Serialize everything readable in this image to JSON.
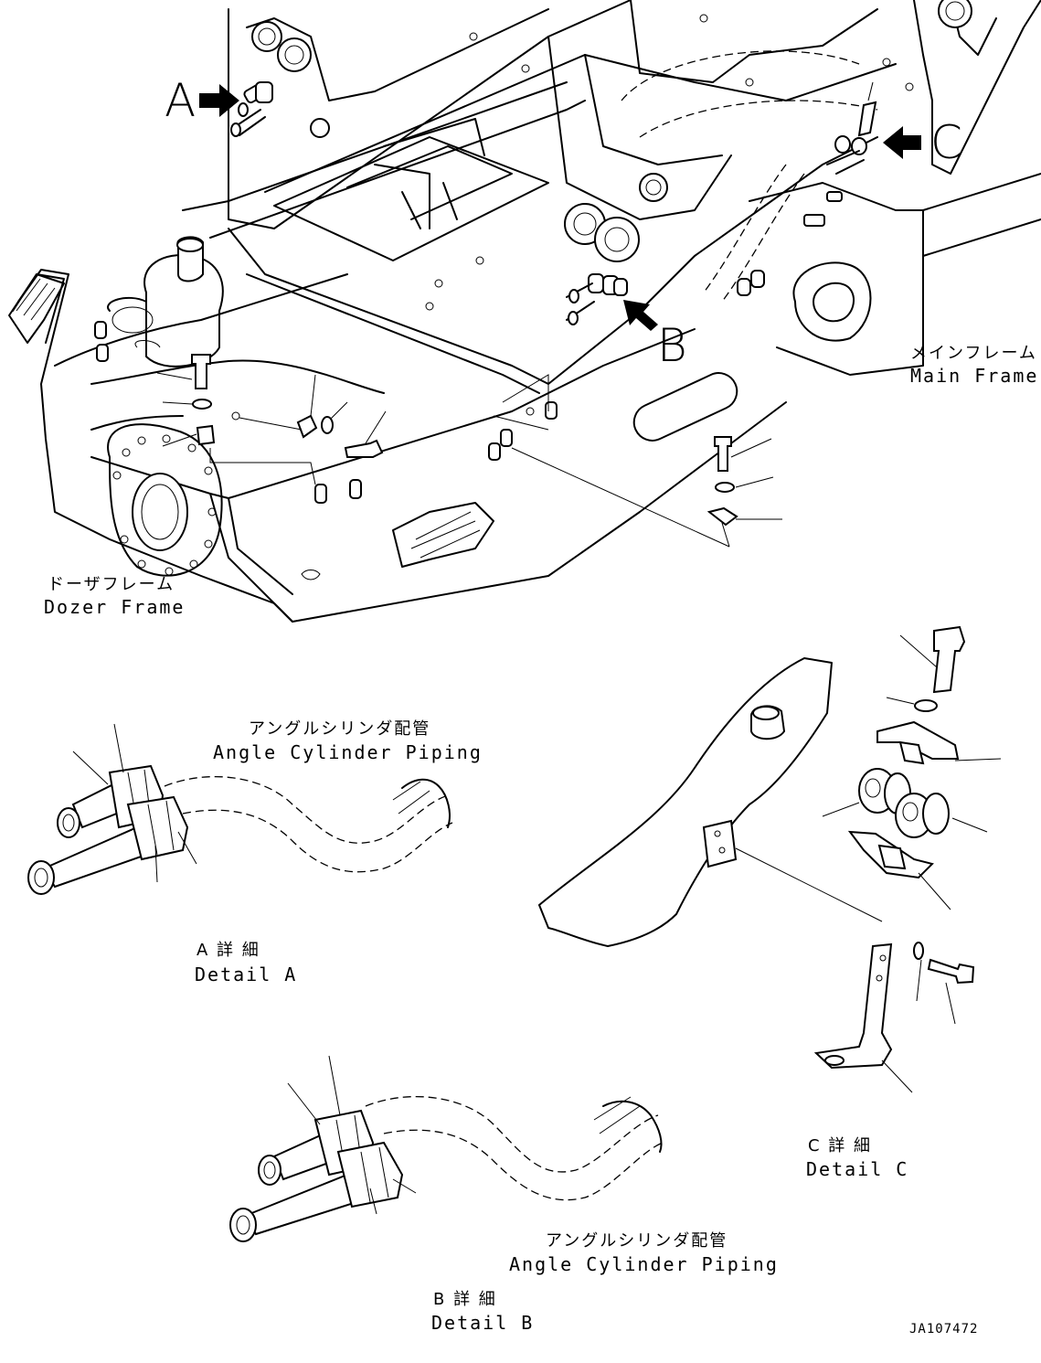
{
  "callouts": {
    "a": "A",
    "b": "B",
    "c": "C"
  },
  "frames": {
    "main_jp": "メインフレーム",
    "main_en": "Main Frame",
    "dozer_jp": "ドーザフレーム",
    "dozer_en": "Dozer Frame"
  },
  "detail_a": {
    "piping_jp": "アングルシリンダ配管",
    "piping_en": "Angle Cylinder Piping",
    "title_jp": "A 詳 細",
    "title_en": "Detail A"
  },
  "detail_b": {
    "piping_jp": "アングルシリンダ配管",
    "piping_en": "Angle Cylinder Piping",
    "title_jp": "B 詳 細",
    "title_en": "Detail B"
  },
  "detail_c": {
    "title_jp": "C 詳 細",
    "title_en": "Detail C"
  },
  "doc_id": "JA107472"
}
